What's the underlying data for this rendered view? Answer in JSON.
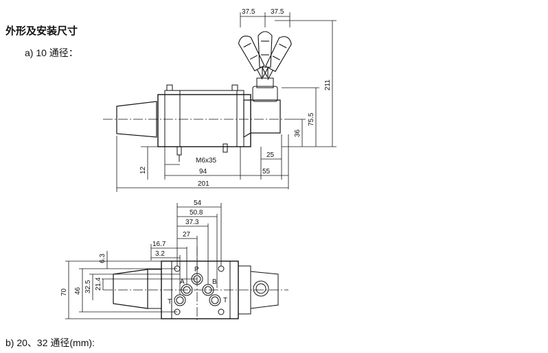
{
  "header": {
    "title": "外形及安装尺寸",
    "subtitle_a": "a) 10 通径：",
    "subtitle_b": "b) 20、32 通径(mm):"
  },
  "drawing_top": {
    "dims": {
      "lever_left": "37.5",
      "lever_right": "37.5",
      "height_211": "211",
      "height_75_5": "75.5",
      "height_36": "36",
      "dim_25": "25",
      "thread": "M6x35",
      "dim_94": "94",
      "dim_55": "55",
      "dim_12": "12",
      "dim_201": "201"
    }
  },
  "drawing_bottom": {
    "dims": {
      "d54": "54",
      "d50_8": "50.8",
      "d37_3": "37.3",
      "d27": "27",
      "d16_7": "16.7",
      "d3_2": "3.2",
      "d6_3": "6.3",
      "d70": "70",
      "d46": "46",
      "d32_5": "32.5",
      "d21_4": "21.4"
    },
    "ports": {
      "p": "P",
      "a": "A",
      "b": "B",
      "t_left": "T",
      "t_right": "T"
    }
  }
}
